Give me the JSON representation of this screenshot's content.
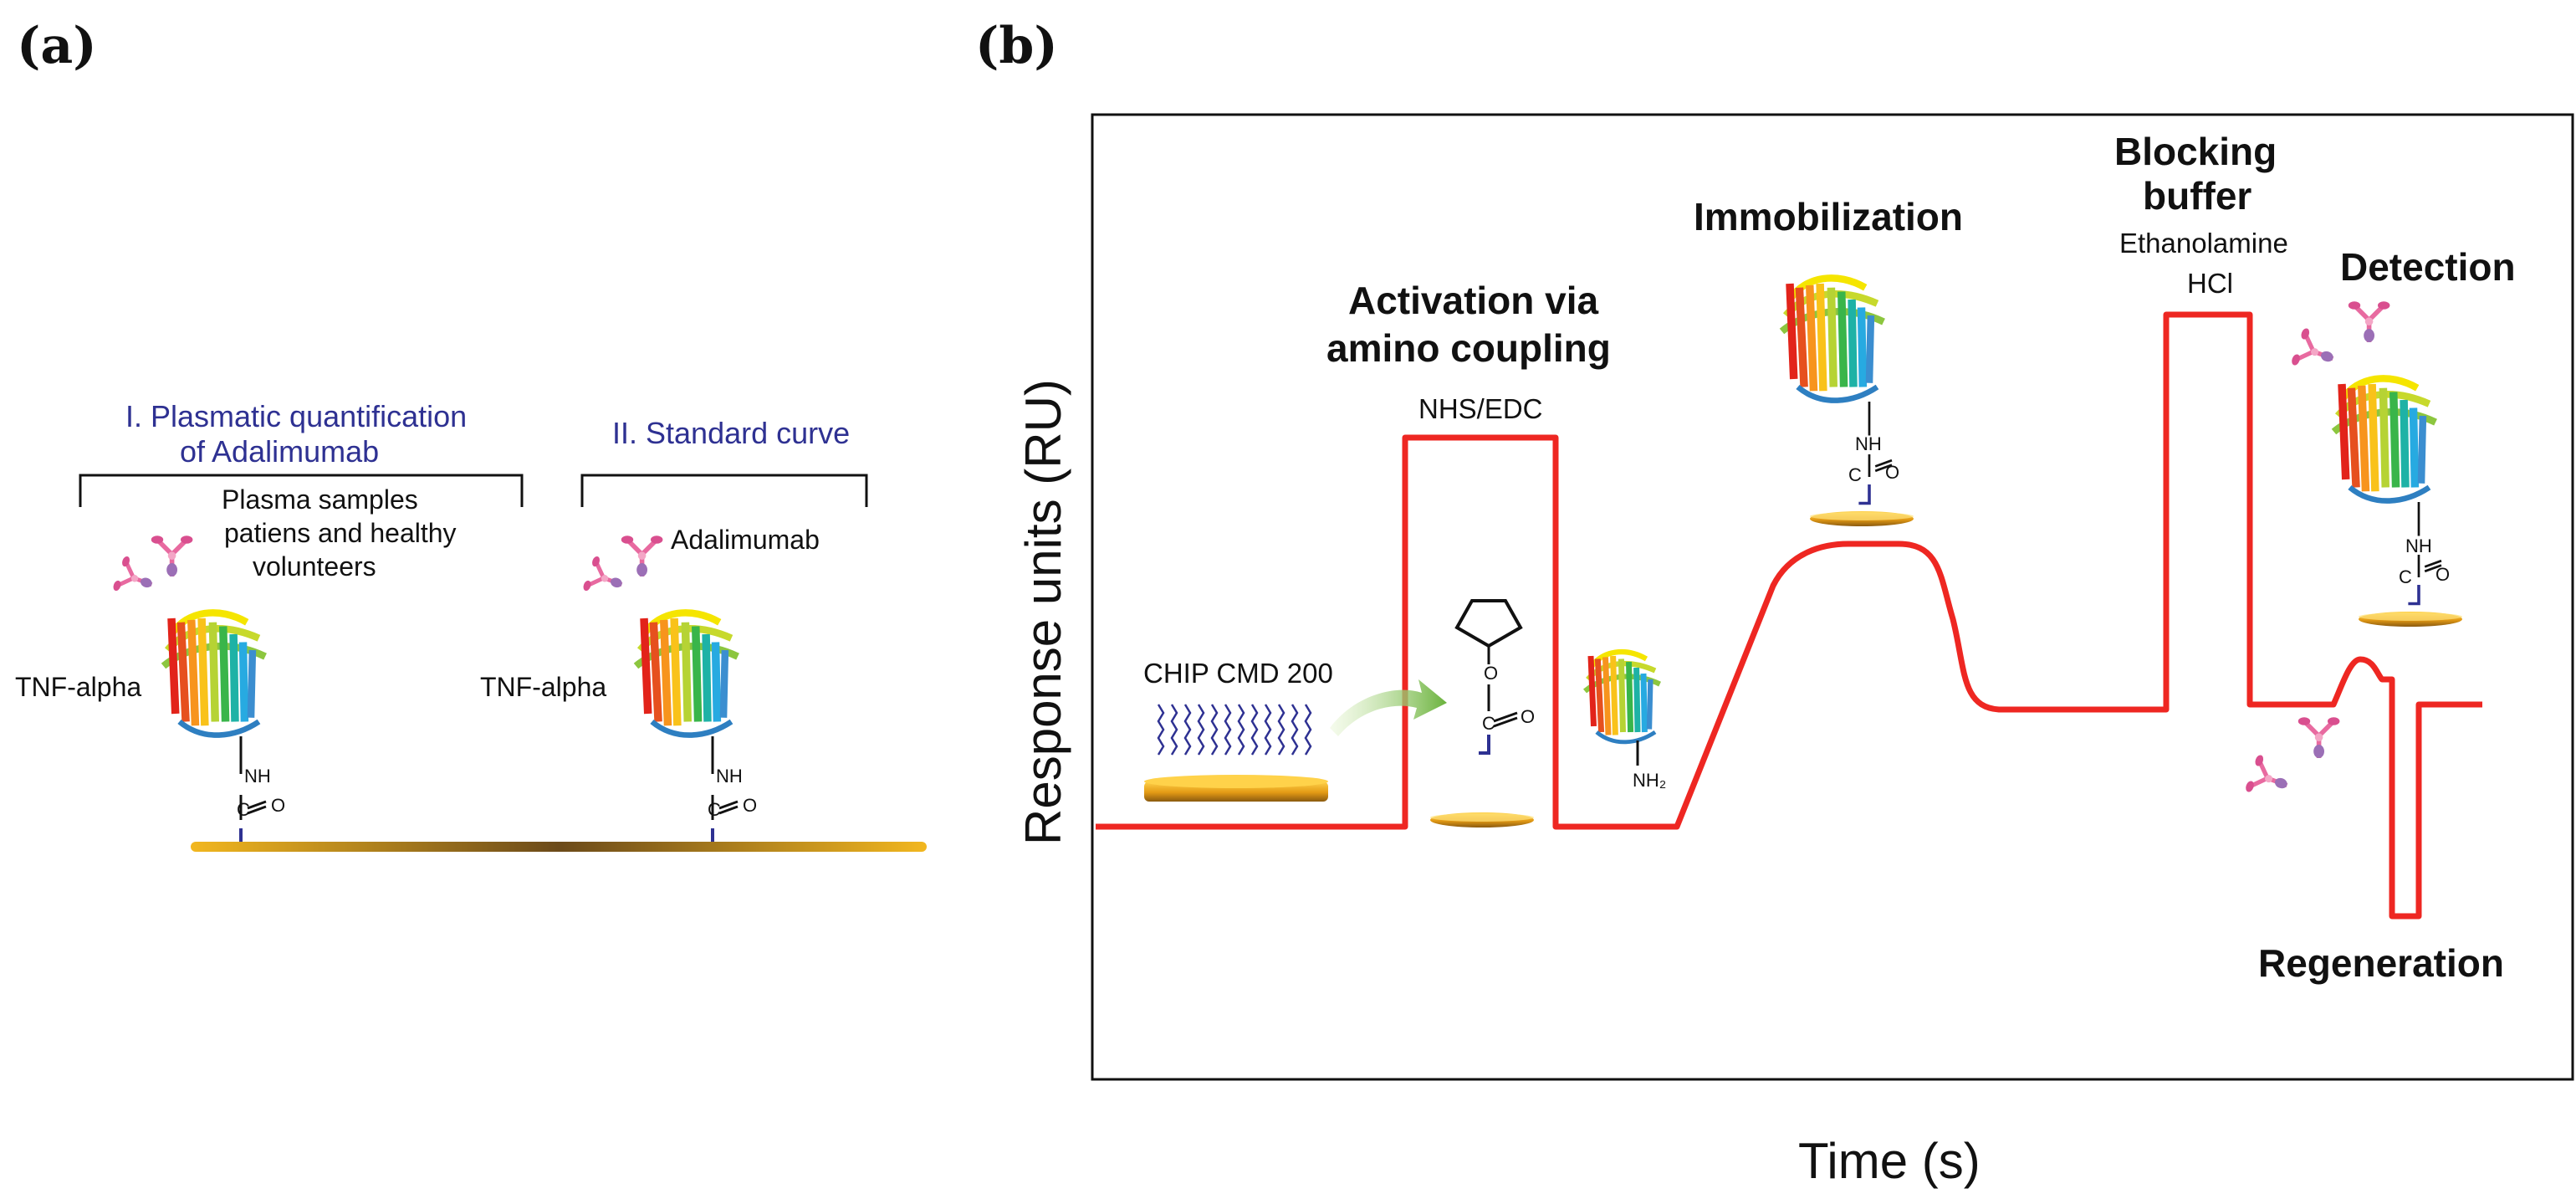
{
  "panel_a": {
    "label": "(a)",
    "section_i_title_line1": "I. Plasmatic quantification",
    "section_i_title_line2": "of Adalimumab",
    "section_i_sample_line1": "Plasma samples",
    "section_i_sample_line2": "patiens and healthy",
    "section_i_sample_line3": "volunteers",
    "section_i_antigen": "TNF-alpha",
    "section_ii_title": "II. Standard curve",
    "section_ii_sample": "Adalimumab",
    "section_ii_antigen": "TNF-alpha",
    "chem_nh": "NH",
    "chem_c": "C",
    "chem_o": "O"
  },
  "panel_b": {
    "label": "(b)",
    "y_axis_label": "Response units (RU)",
    "x_axis_label": "Time (s)",
    "chip_label": "CHIP CMD 200",
    "activation_line1": "Activation via",
    "activation_line2": "amino coupling",
    "activation_reagent": "NHS/EDC",
    "immobilization": "Immobilization",
    "blocking_line1": "Blocking",
    "blocking_line2": "buffer",
    "blocking_reagent_line1": "Ethanolamine",
    "blocking_reagent_line2": "HCl",
    "detection": "Detection",
    "regeneration": "Regeneration",
    "chem_nh": "NH",
    "chem_nh2": "NH₂",
    "chem_c": "C",
    "chem_o": "O"
  },
  "colors": {
    "sensorgram": "#ee2722",
    "bracket_text": "#2e3192",
    "gold_surface": "#e8a317",
    "arrow": "#7ac143"
  },
  "icons": [
    "tnf-alpha-protein-icon",
    "antibody-icon",
    "gold-chip-icon",
    "pyrrolidine-ring-icon",
    "dextran-matrix-icon",
    "transfer-arrow-icon"
  ]
}
